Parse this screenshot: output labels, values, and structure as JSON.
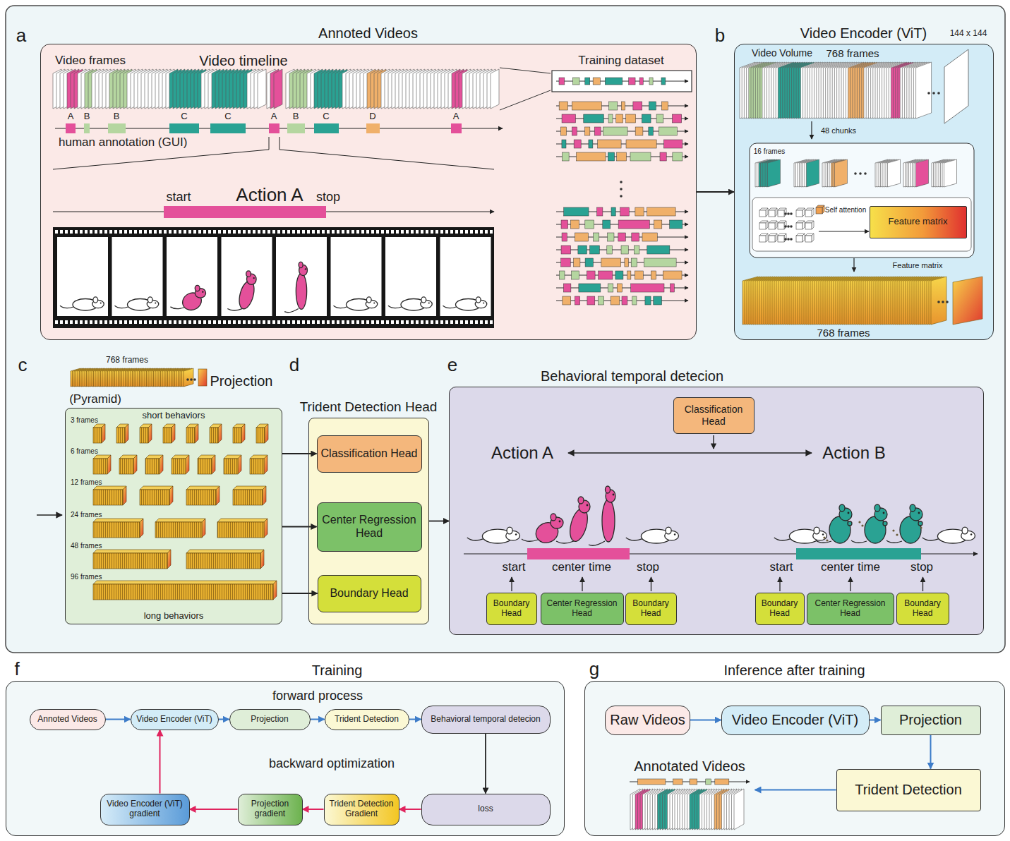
{
  "diagram": {
    "nodes": [
      {
        "text": [
          "Annoted Videos"
        ]
      },
      {
        "text": [
          "Video Encoder (ViT)"
        ]
      },
      {
        "text": [
          "Feature matrix"
        ],
        "in": 1
      },
      {
        "text": [
          "short behaviors",
          "long behaviors"
        ]
      },
      {
        "text": [
          "Trident Detection Head"
        ]
      },
      {
        "text": [
          "Classification Head"
        ],
        "in": 4
      },
      {
        "text": [
          "Center Regression Head"
        ],
        "in": 4
      },
      {
        "text": [
          "Boundary Head"
        ],
        "in": 4
      },
      {
        "text": [
          "Behavioral temporal detecion"
        ]
      },
      {
        "text": [
          "Classification Head"
        ],
        "in": 8
      },
      {
        "text": [
          "Boundary Head"
        ],
        "in": 8
      },
      {
        "text": [
          "Center Regression Head"
        ],
        "in": 8
      },
      {
        "text": [
          "Boundary Head"
        ],
        "in": 8
      },
      {
        "text": [
          "Boundary Head"
        ],
        "in": 8
      },
      {
        "text": [
          "Center Regression Head"
        ],
        "in": 8
      },
      {
        "text": [
          "Boundary Head"
        ],
        "in": 8
      },
      {
        "text": [
          "Training"
        ]
      },
      {
        "text": [
          "Annoted Videos"
        ],
        "in": 16
      },
      {
        "text": [
          "Video Encoder (ViT)"
        ],
        "in": 16
      },
      {
        "text": [
          "Projection"
        ],
        "in": 16
      },
      {
        "text": [
          "Trident Detection"
        ],
        "in": 16
      },
      {
        "text": [
          "Behavioral temporal detecion"
        ],
        "in": 16
      },
      {
        "text": [
          "loss"
        ],
        "in": 16
      },
      {
        "text": [
          "Trident Detection Gradient"
        ],
        "in": 16
      },
      {
        "text": [
          "Projection gradient"
        ],
        "in": 16
      },
      {
        "text": [
          "Video Encoder (ViT) gradient"
        ],
        "in": 16
      },
      {
        "text": [
          "Inference after training"
        ]
      },
      {
        "text": [
          "Raw Videos"
        ],
        "in": 26
      },
      {
        "text": [
          "Video Encoder (ViT)"
        ],
        "in": 26
      },
      {
        "text": [
          "Projection"
        ],
        "in": 26
      },
      {
        "text": [
          "Trident Detection"
        ],
        "in": 26
      },
      {
        "text": [
          "Annotated Videos"
        ],
        "in": 26
      }
    ],
    "edges": [
      {
        "from": 0,
        "to": 1,
        "arrow": "to"
      },
      {
        "from": 3,
        "to": 5,
        "arrow": "to"
      },
      {
        "from": 3,
        "to": 6,
        "arrow": "to"
      },
      {
        "from": 3,
        "to": 7,
        "arrow": "to"
      },
      {
        "from": 4,
        "to": 8,
        "arrow": "to"
      },
      {
        "from": 17,
        "to": 18,
        "arrow": "to"
      },
      {
        "from": 18,
        "to": 19,
        "arrow": "to"
      },
      {
        "from": 19,
        "to": 20,
        "arrow": "to"
      },
      {
        "from": 20,
        "to": 21,
        "arrow": "to"
      },
      {
        "from": 21,
        "to": 22,
        "arrow": "to"
      },
      {
        "from": 22,
        "to": 23,
        "arrow": "to"
      },
      {
        "from": 23,
        "to": 24,
        "arrow": "to"
      },
      {
        "from": 24,
        "to": 25,
        "arrow": "to"
      },
      {
        "from": 25,
        "to": 18,
        "arrow": "to"
      },
      {
        "from": 27,
        "to": 28,
        "arrow": "to"
      },
      {
        "from": 28,
        "to": 29,
        "arrow": "to"
      },
      {
        "from": 29,
        "to": 30,
        "arrow": "to"
      },
      {
        "from": 30,
        "to": 31,
        "arrow": "to"
      }
    ],
    "labels": [
      "a",
      "b",
      "c",
      "d",
      "e",
      "f",
      "g",
      "Video frames",
      "Video timeline",
      "Training dataset",
      "A",
      "B",
      "B",
      "C",
      "C",
      "A",
      "B",
      "C",
      "D",
      "A",
      "human annotation (GUI)",
      "start",
      "Action A",
      "stop",
      "Video Volume",
      "768 frames",
      "144 x 144",
      "48 chunks",
      "16 frames",
      "Self attention",
      "Feature matrix",
      "768 frames",
      "768 frames",
      "Projection",
      "(Pyramid)",
      "3 frames",
      "6 frames",
      "12 frames",
      "24 frames",
      "48 frames",
      "96 frames",
      "Action A",
      "Action B",
      "start",
      "center time",
      "stop",
      "start",
      "center time",
      "stop",
      "forward process",
      "backward optimization"
    ]
  }
}
